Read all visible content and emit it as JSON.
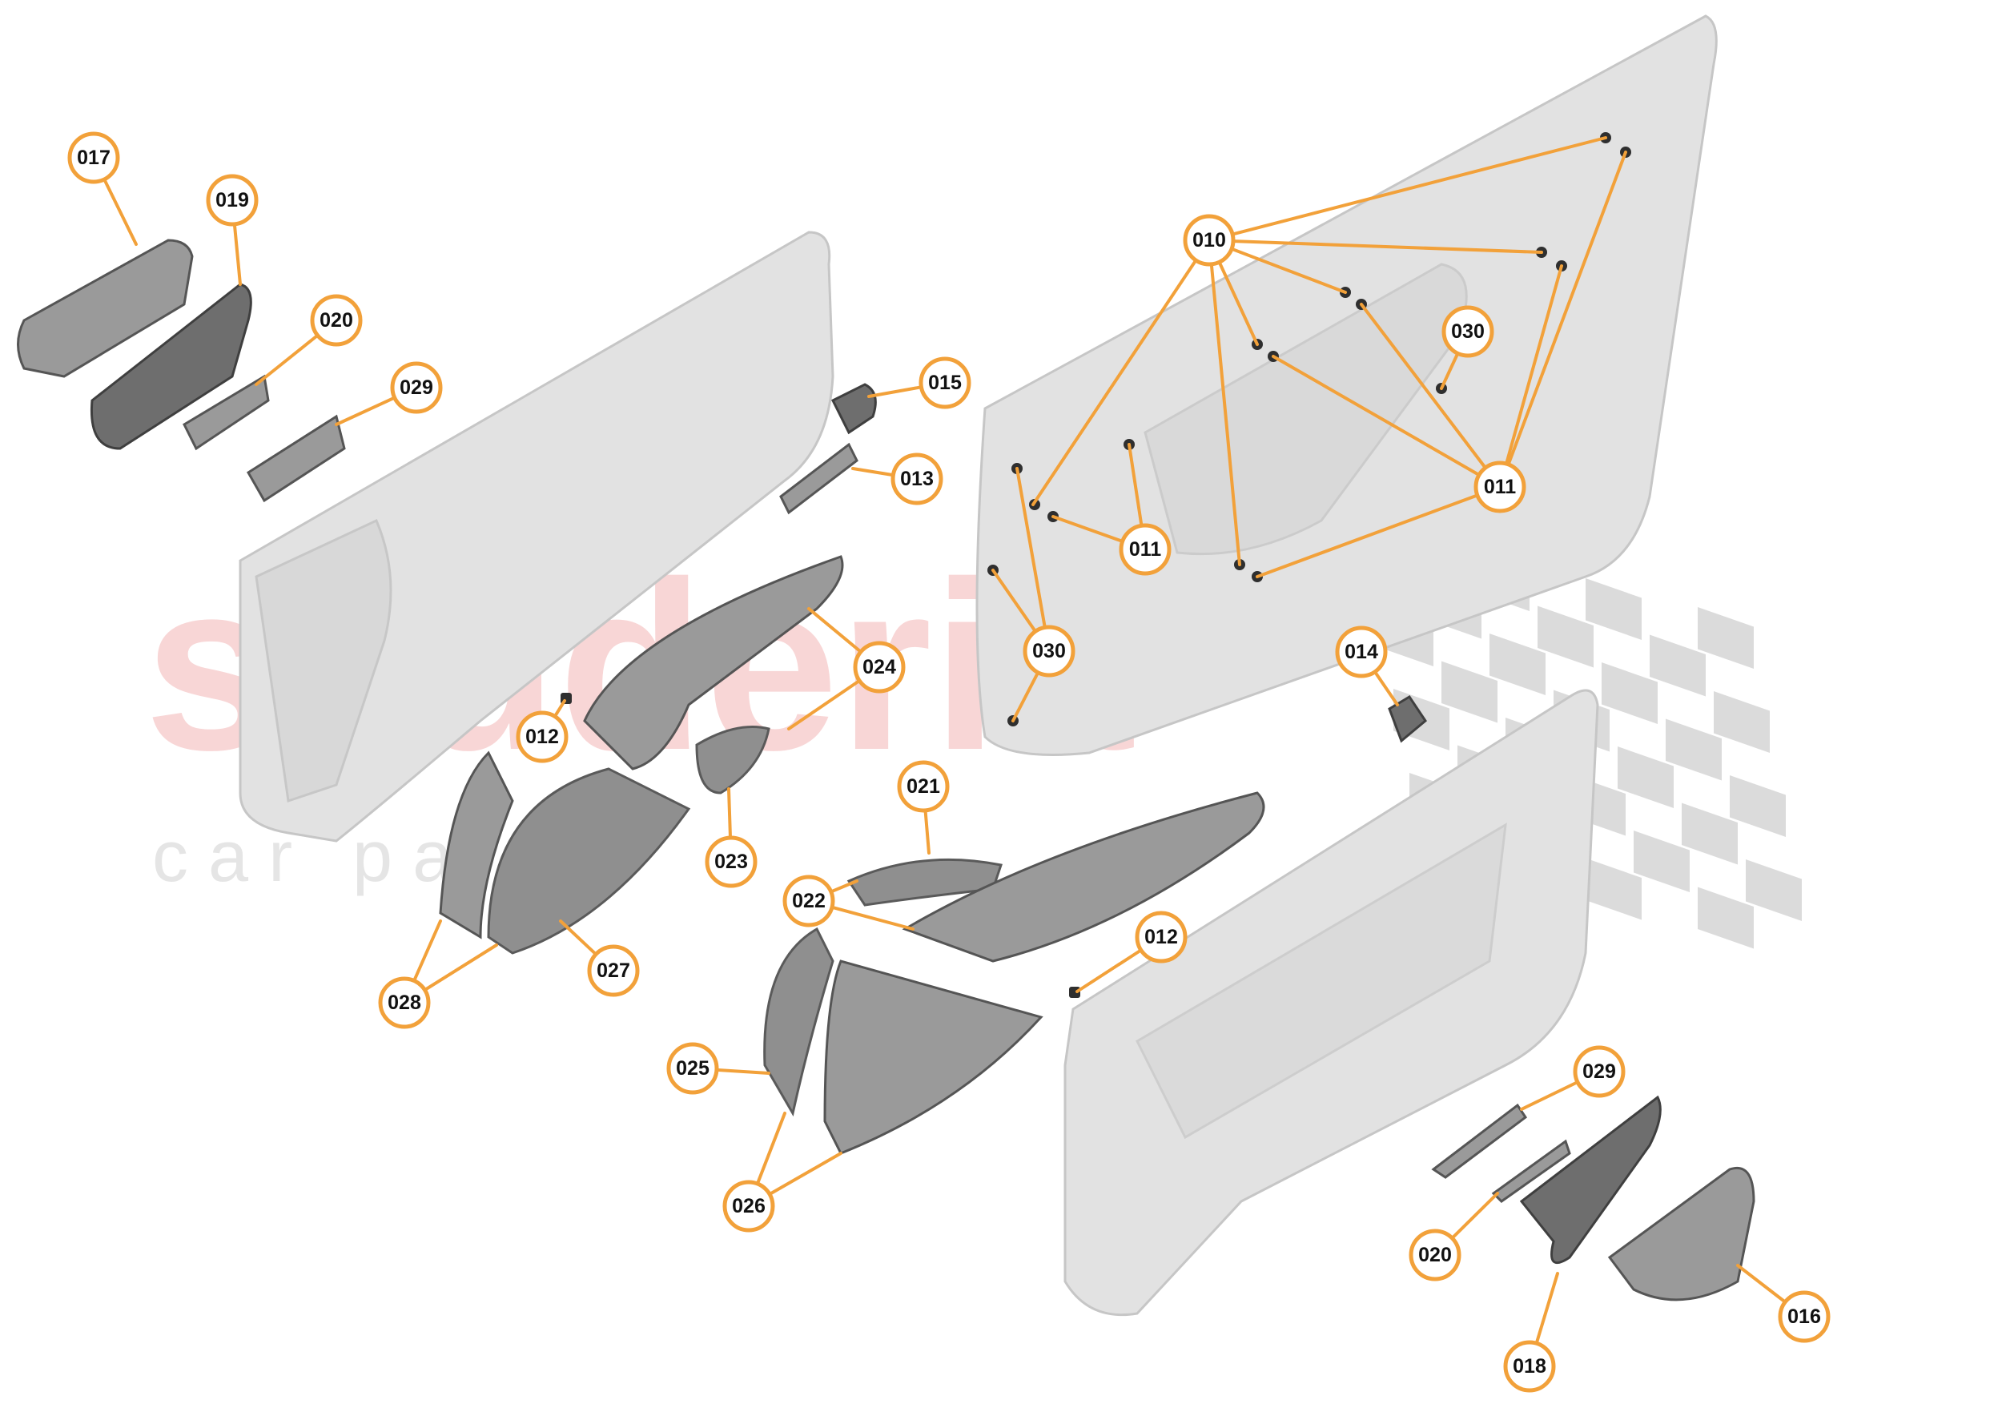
{
  "watermark": {
    "brand": "scuderia",
    "subtitle": "c a r   p a r t s"
  },
  "colors": {
    "accent": "#f2a13a",
    "watermark": "#f6c9c9",
    "part": "#d4d4d4"
  },
  "callouts": [
    {
      "id": "c-017a",
      "label": "017"
    },
    {
      "id": "c-019",
      "label": "019"
    },
    {
      "id": "c-020a",
      "label": "020"
    },
    {
      "id": "c-029a",
      "label": "029"
    },
    {
      "id": "c-015",
      "label": "015"
    },
    {
      "id": "c-013",
      "label": "013"
    },
    {
      "id": "c-010",
      "label": "010"
    },
    {
      "id": "c-030a",
      "label": "030"
    },
    {
      "id": "c-011a",
      "label": "011"
    },
    {
      "id": "c-011b",
      "label": "011"
    },
    {
      "id": "c-030b",
      "label": "030"
    },
    {
      "id": "c-014",
      "label": "014"
    },
    {
      "id": "c-024",
      "label": "024"
    },
    {
      "id": "c-012a",
      "label": "012"
    },
    {
      "id": "c-023",
      "label": "023"
    },
    {
      "id": "c-021",
      "label": "021"
    },
    {
      "id": "c-022",
      "label": "022"
    },
    {
      "id": "c-012b",
      "label": "012"
    },
    {
      "id": "c-027",
      "label": "027"
    },
    {
      "id": "c-028",
      "label": "028"
    },
    {
      "id": "c-025",
      "label": "025"
    },
    {
      "id": "c-026",
      "label": "026"
    },
    {
      "id": "c-029b",
      "label": "029"
    },
    {
      "id": "c-020b",
      "label": "020"
    },
    {
      "id": "c-016",
      "label": "016"
    },
    {
      "id": "c-018",
      "label": "018"
    }
  ]
}
